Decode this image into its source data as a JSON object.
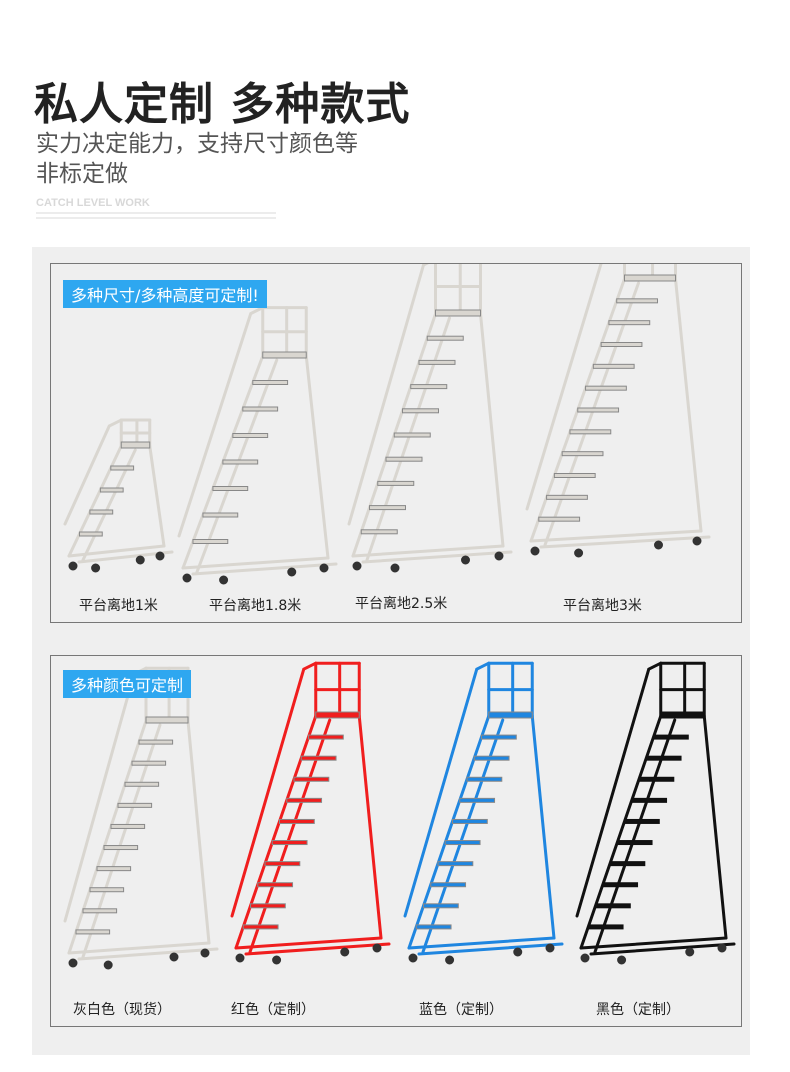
{
  "header": {
    "title": "私人定制 多种款式",
    "subtitle_line1": "实力决定能力，支持尺寸颜色等",
    "subtitle_line2": "非标定做",
    "watermark_en": "CATCH LEVEL WORK"
  },
  "section_sizes": {
    "tag": "多种尺寸/多种高度可定制!",
    "items": [
      {
        "label": "平台离地1米",
        "color": "#d9d6d0"
      },
      {
        "label": "平台离地1.8米",
        "color": "#d9d6d0"
      },
      {
        "label": "平台离地2.5米",
        "color": "#d9d6d0"
      },
      {
        "label": "平台离地3米",
        "color": "#d9d6d0"
      }
    ]
  },
  "section_colors": {
    "tag": "多种颜色可定制",
    "items": [
      {
        "label": "灰白色（现货）",
        "color": "#d9d6d0"
      },
      {
        "label": "红色（定制）",
        "color": "#f01e1e"
      },
      {
        "label": "蓝色（定制）",
        "color": "#1f86e0"
      },
      {
        "label": "黑色（定制）",
        "color": "#111111"
      }
    ]
  },
  "colors": {
    "accent": "#2ea7f0",
    "panel": "#efefef"
  }
}
